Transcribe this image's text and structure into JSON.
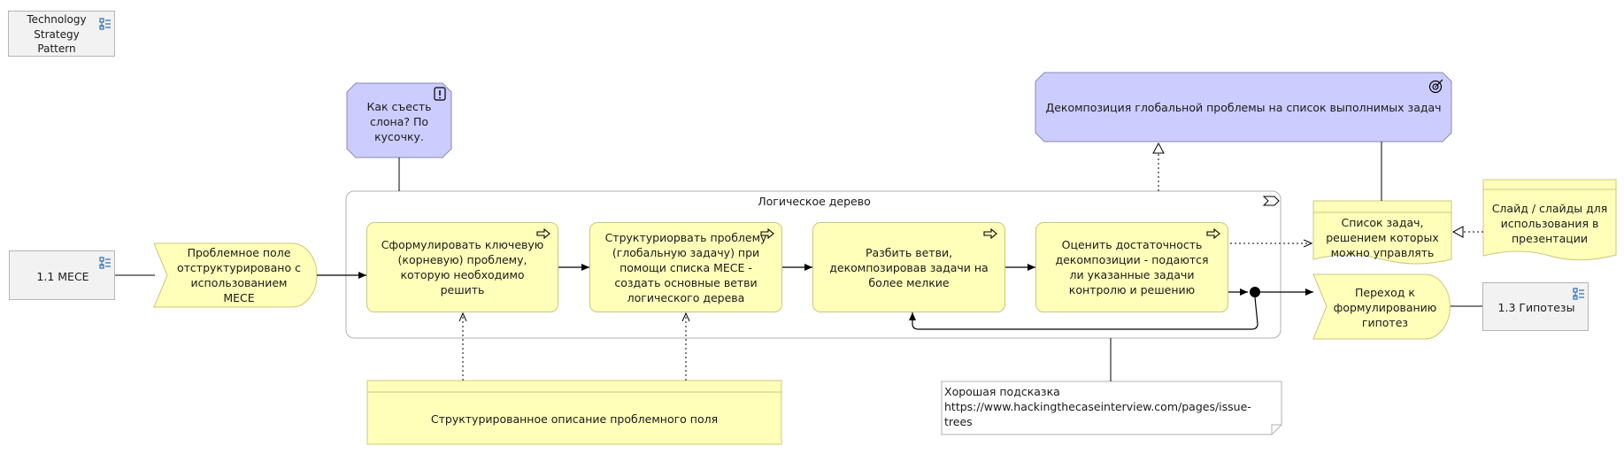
{
  "diagram": {
    "tech_strategy_label": "Technology\nStrategy\nPattern",
    "ref_mece": "1.1 MECE",
    "ref_hypotheses": "1.3 Гипотезы",
    "problem_field_event": "Проблемное поле отструктурировано с использованием MECE",
    "assessment": "Как съесть слона? По кусочку.",
    "goal": "Декомпозиция глобальной проблемы на список  выполнимых задач",
    "group_title": "Логическое дерево",
    "processes": [
      "Сформулировать ключевую (корневую) проблему, которую необходимо решить",
      "Структуриорвать проблему (глобальную задачу) при помощи списка MECE - создать основные ветви логического дерева",
      "Разбить ветви, декомпозировав задачи на более мелкие",
      "Оценить достаточность декомпозиции - подаются ли указанные задачи контролю и решению"
    ],
    "data_object_description": "Структурированное описание проблемного поля",
    "deliverable_tasks": "Список задач, решением которых можно управлять",
    "representation_slides": "Слайд / слайды для использования в презентации",
    "event_hypotheses": "Переход к формулированию гипотез",
    "note_title": "Хорошая подсказка",
    "note_url": "https://www.hackingthecaseinterview.com/pages/issue-trees"
  },
  "colors": {
    "yellow_fill": "#ffffb9",
    "purple_fill": "#ccccff",
    "grey_fill": "#f2f2f2",
    "line": "#000000",
    "icon_blue": "#2b6cb0"
  }
}
